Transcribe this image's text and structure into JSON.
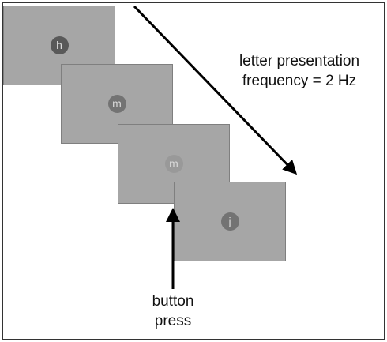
{
  "screens": [
    {
      "letter": "h",
      "dot_color": "#595959"
    },
    {
      "letter": "m",
      "dot_color": "#737373"
    },
    {
      "letter": "m",
      "dot_color": "#999999"
    },
    {
      "letter": "j",
      "dot_color": "#737373"
    }
  ],
  "labels": {
    "frequency_line1": "letter presentation",
    "frequency_line2": "frequency = 2 Hz",
    "button_line1": "button",
    "button_line2": "press"
  },
  "colors": {
    "screen_fill": "#a6a6a6",
    "arrow": "#000000",
    "letter": "#d9d9d9"
  }
}
